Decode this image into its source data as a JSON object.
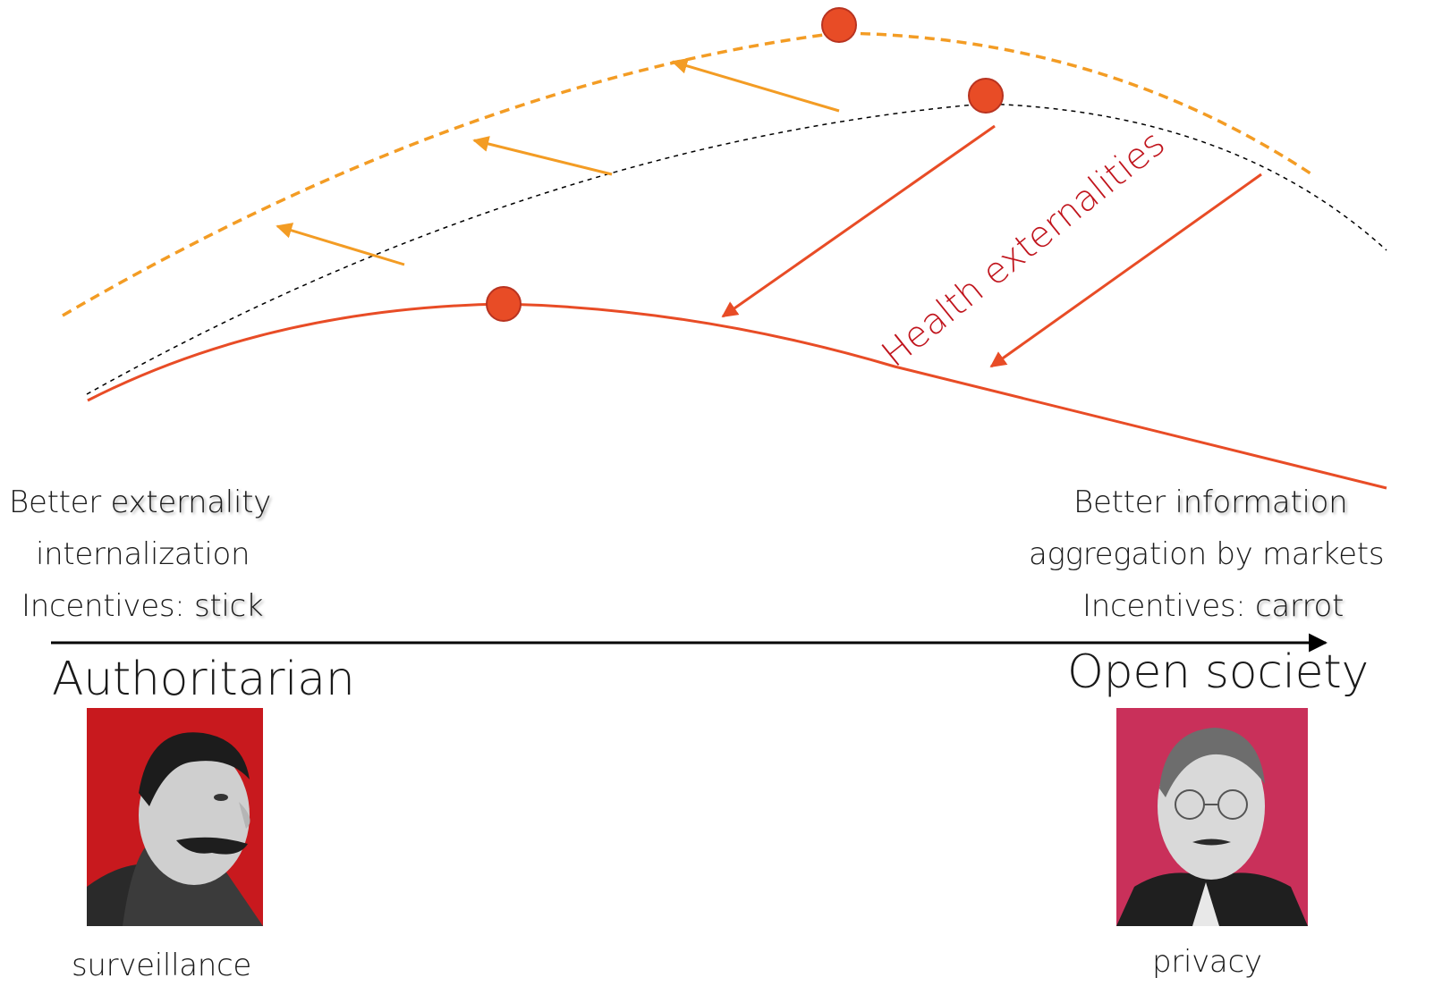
{
  "colors": {
    "orange_curve": "#f39c24",
    "red_curve": "#e84c26",
    "black_curve": "#000000",
    "dot_fill": "#e84c26",
    "dot_stroke": "#c0392b",
    "label_red": "#c0141c",
    "axis": "#000000"
  },
  "annotation": {
    "text": "Health externalities"
  },
  "left": {
    "line1_plain": "Better ",
    "line1_key": "externality",
    "line2": "internalization",
    "line3_plain": "Incentives: ",
    "line3_key": "stick",
    "pole": "Authoritarian",
    "caption": "surveillance",
    "portrait_icon": "stalin-portrait"
  },
  "right": {
    "line1_plain": "Better ",
    "line1_key": "information",
    "line2": "aggregation by markets",
    "line3_plain": "Incentives: ",
    "line3_key": "carrot",
    "pole": "Open society",
    "caption": "privacy",
    "portrait_icon": "hayek-portrait"
  }
}
